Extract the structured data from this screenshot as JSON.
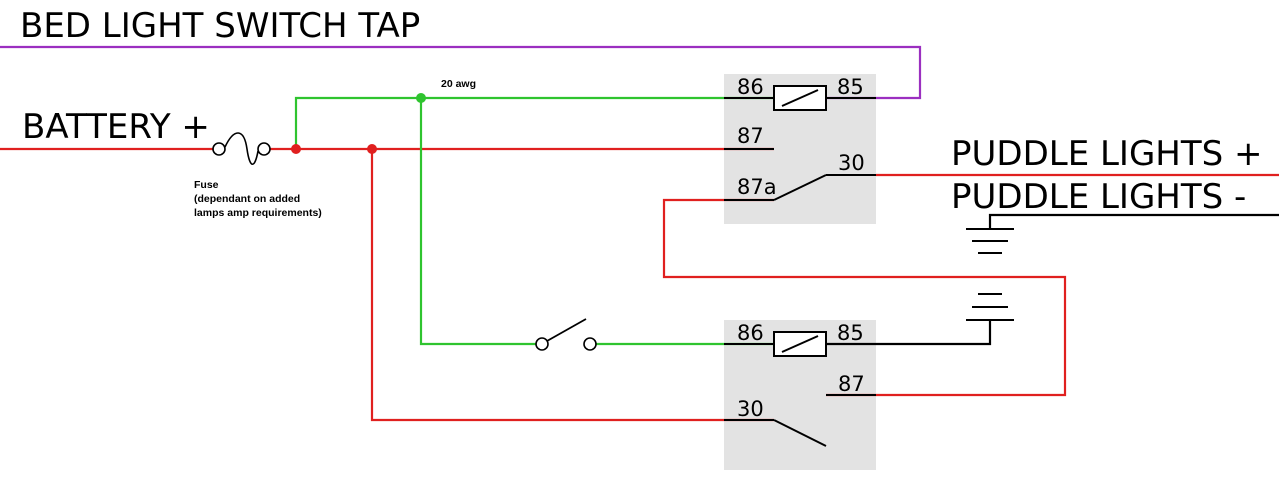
{
  "labels": {
    "bed_light_tap": "BED LIGHT SWITCH TAP",
    "battery": "BATTERY +",
    "puddle_pos": "PUDDLE LIGHTS +",
    "puddle_neg": "PUDDLE LIGHTS -",
    "awg": "20 awg",
    "fuse_line1": "Fuse",
    "fuse_line2": "(dependant on added",
    "fuse_line3": "lamps amp requirements)"
  },
  "relay_top": {
    "pin86": "86",
    "pin85": "85",
    "pin87": "87",
    "pin30": "30",
    "pin87a": "87a"
  },
  "relay_bottom": {
    "pin86": "86",
    "pin85": "85",
    "pin87": "87",
    "pin30": "30"
  },
  "colors": {
    "purple": "#9b2fc0",
    "red": "#e0201f",
    "green": "#2fc42f",
    "black": "#000000",
    "relay_fill": "#e3e3e3"
  }
}
